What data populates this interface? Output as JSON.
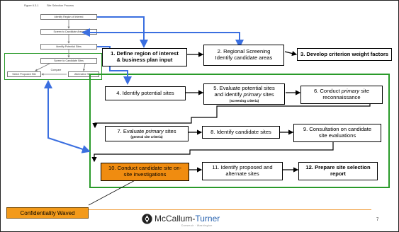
{
  "figure": {
    "label": "Figure 6.3-1",
    "title": "Site Selection Process",
    "mini_boxes": {
      "identify_region": "Identify Region of Interest",
      "screen_candidate_areas": "Screen to Candidate Areas",
      "identify_potential_sites": "Identify Potential Sites",
      "screen_candidate_sites": "Screen to Candidate Sites",
      "select_proposed_site": "Select Proposed Site",
      "compare": "Compare",
      "alternative_sites": "Alternative Sites"
    }
  },
  "steps": {
    "s1": {
      "line1": "1. Define region of interest",
      "line2": "& business plan input"
    },
    "s2": {
      "line1": "2. Regional Screening",
      "line2": "Identify candidate areas"
    },
    "s3": {
      "line1": "3. Develop criterion weight factors"
    },
    "s4": {
      "line1": "4. Identify potential sites"
    },
    "s5": {
      "line1": "5. Evaluate potential sites",
      "line2_pre": "and identify ",
      "line2_em": "primary",
      "line2_post": " sites",
      "sub": "(screening criteria)"
    },
    "s6": {
      "line1_pre": "6. Conduct ",
      "line1_em": "primary",
      "line1_post": " site",
      "line2": "reconnaissance"
    },
    "s7": {
      "line1_pre": "7. Evaluate ",
      "line1_em": "primary",
      "line1_post": " sites",
      "sub": "(general site criteria)"
    },
    "s8": {
      "line1": "8. Identify candidate sites"
    },
    "s9": {
      "line1": "9. Consultation on candidate",
      "line2": "site evaluations"
    },
    "s10": {
      "line1": "10. Conduct candidate site on-",
      "line2": "site investigations"
    },
    "s11": {
      "line1": "11. Identify proposed and",
      "line2": "alternate sites"
    },
    "s12": {
      "line1": "12. Prepare site selection",
      "line2": "report"
    }
  },
  "callout": {
    "text": "Confidentiality Waved"
  },
  "footer": {
    "company_part1": "McCallum-",
    "company_part2": "Turner",
    "tagline": "Dunsmuir · Washington",
    "page_number": "7"
  },
  "colors": {
    "green_frame": "#2a9a2a",
    "blue_arrows": "#3b6fe0",
    "highlight_box": "#f08c10",
    "callout": "#f39a1a",
    "divider": "#f0a040"
  }
}
